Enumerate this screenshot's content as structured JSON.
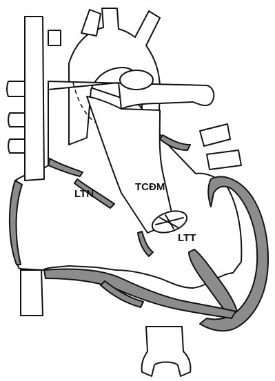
{
  "labels": {
    "right_ventricle": "LTN",
    "aorta_label": "TCĐM",
    "left_ventricle": "LTT"
  },
  "colors": {
    "outline": "#111111",
    "muscle_shade": "#8c8c8c",
    "background": "#ffffff"
  }
}
